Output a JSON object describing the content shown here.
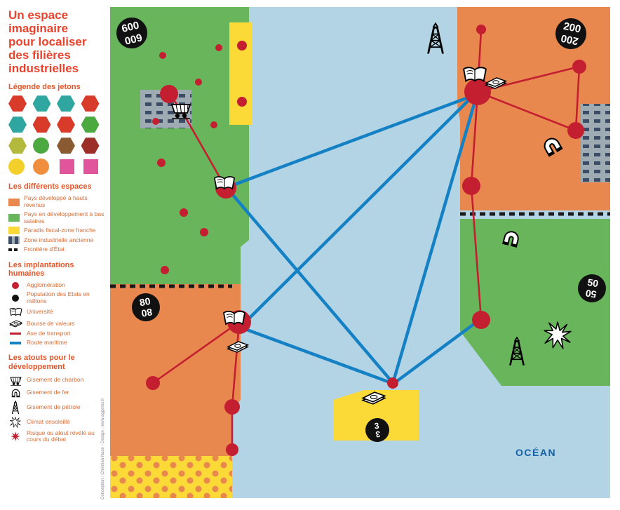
{
  "sidebar": {
    "title": "Un espace imaginaire pour localiser des filières industrielles",
    "tokens_heading": "Légende des jetons",
    "legend_tokens": [
      {
        "shape": "hex",
        "color": "#d93b2b"
      },
      {
        "shape": "hex",
        "color": "#2fa7a0"
      },
      {
        "shape": "hex",
        "color": "#2fa7a0"
      },
      {
        "shape": "hex",
        "color": "#d93b2b"
      },
      {
        "shape": "hex",
        "color": "#2fa7a0"
      },
      {
        "shape": "hex",
        "color": "#d93b2b"
      },
      {
        "shape": "hex",
        "color": "#d93b2b"
      },
      {
        "shape": "hex",
        "color": "#4ca93f"
      },
      {
        "shape": "hex",
        "color": "#b3b93c"
      },
      {
        "shape": "circle",
        "color": "#4ca93f"
      },
      {
        "shape": "hex",
        "color": "#8a5a33"
      },
      {
        "shape": "hex",
        "color": "#9c2f27"
      },
      {
        "shape": "circle",
        "color": "#f2cf2b"
      },
      {
        "shape": "circle",
        "color": "#ef8e3c"
      },
      {
        "shape": "square",
        "color": "#e0559c"
      },
      {
        "shape": "square",
        "color": "#e0559c"
      }
    ],
    "spaces_heading": "Les différents espaces",
    "spaces": [
      {
        "label": "Pays développé à hauts revenus"
      },
      {
        "label": "Pays en développement à bas salaires"
      },
      {
        "label": "Paradis fiscal-zone franche"
      },
      {
        "label": "Zone industrielle ancienne"
      },
      {
        "label": "Frontière d'État"
      }
    ],
    "implantations_heading": "Les implantations humaines",
    "implantations": [
      {
        "label": "Agglomération"
      },
      {
        "label": "Population des Etats en millions"
      },
      {
        "label": "Université"
      },
      {
        "label": "Bourse de valeurs"
      },
      {
        "label": "Axe de transport"
      },
      {
        "label": "Route maritime"
      }
    ],
    "atouts_heading": "Les atouts pour le développement",
    "atouts": [
      {
        "label": "Gisement de charbon"
      },
      {
        "label": "Gisement de fer"
      },
      {
        "label": "Gisement de pétrole"
      },
      {
        "label": "Climat ensoleillé"
      },
      {
        "label": "Risque ou atout révélé au cours du débat"
      }
    ]
  },
  "map": {
    "ocean_label": "OCÉAN",
    "population_tokens": [
      {
        "value": "600"
      },
      {
        "value": "200"
      },
      {
        "value": "80"
      },
      {
        "value": "50"
      },
      {
        "value": "3"
      }
    ]
  },
  "credit": "Conception : Christian Nace - Design : www.aggelos.fr",
  "colors": {
    "accent_red": "#e8432c",
    "developed_country": "#e8884f",
    "developing_country": "#68b55c",
    "tax_haven": "#fbd937",
    "industrial_zone": "#9fabb3",
    "ocean": "#b3d4e5",
    "agglomeration": "#c41f30",
    "transport_axis": "#c41f30",
    "maritime_route": "#1581c5",
    "population_token": "#111111"
  }
}
